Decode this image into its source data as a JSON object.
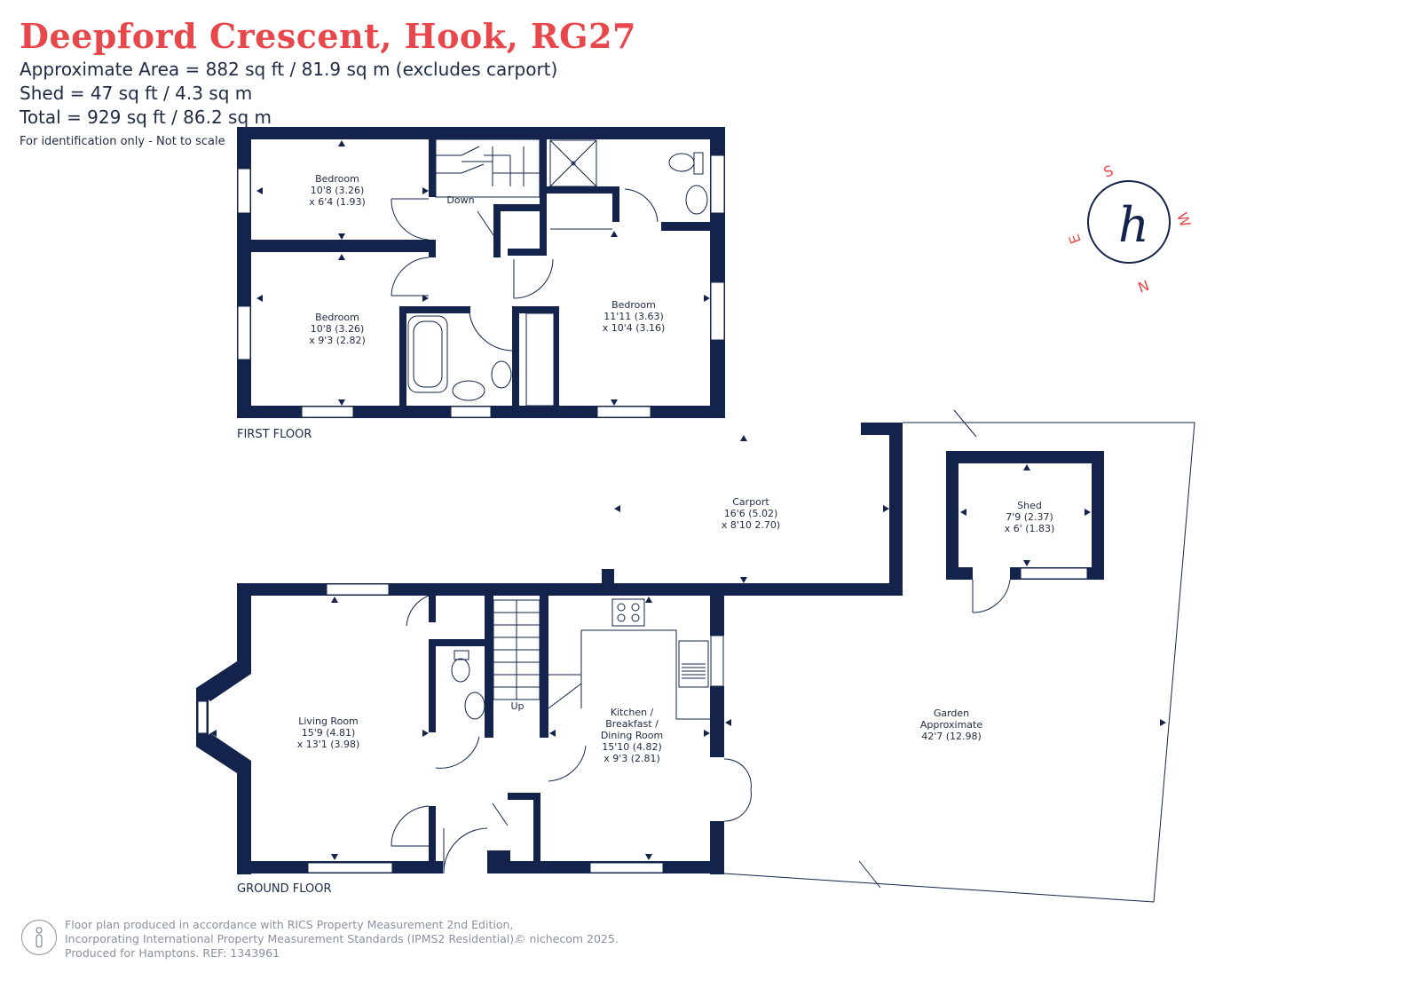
{
  "header": {
    "title": "Deepford Crescent, Hook, RG27",
    "area_line": "Approximate Area = 882 sq ft / 81.9 sq m (excludes carport)",
    "shed_line": "Shed = 47 sq ft / 4.3 sq m",
    "total_line": "Total = 929 sq ft / 86.2 sq m",
    "note": "For identification only - Not to scale"
  },
  "floors": {
    "first_floor_label": "FIRST FLOOR",
    "ground_floor_label": "GROUND FLOOR"
  },
  "rooms": {
    "bedroom1": {
      "name": "Bedroom",
      "dim1": "10'8 (3.26)",
      "dim2": "x 6'4 (1.93)"
    },
    "bedroom2": {
      "name": "Bedroom",
      "dim1": "10'8 (3.26)",
      "dim2": "x 9'3 (2.82)"
    },
    "bedroom3": {
      "name": "Bedroom",
      "dim1": "11'11 (3.63)",
      "dim2": "x 10'4 (3.16)"
    },
    "stairs_down": "Down",
    "stairs_up": "Up",
    "carport": {
      "name": "Carport",
      "dim1": "16'6 (5.02)",
      "dim2": "x 8'10 2.70)"
    },
    "shed": {
      "name": "Shed",
      "dim1": "7'9 (2.37)",
      "dim2": "x 6' (1.83)"
    },
    "living": {
      "name": "Living Room",
      "dim1": "15'9 (4.81)",
      "dim2": "x 13'1 (3.98)"
    },
    "kitchen": {
      "name1": "Kitchen /",
      "name2": "Breakfast /",
      "name3": "Dining Room",
      "dim1": "15'10 (4.82)",
      "dim2": "x 9'3 (2.81)"
    },
    "garden": {
      "name": "Garden",
      "approx": "Approximate",
      "dim1": "42'7 (12.98)"
    }
  },
  "compass": {
    "s": "S",
    "w": "W",
    "n": "N",
    "e": "E",
    "logo": "h"
  },
  "footer": {
    "line1": "Floor plan produced in accordance with RICS Property Measurement 2nd Edition,",
    "line2": "Incorporating International Property Measurement Standards (IPMS2 Residential).",
    "copyright": "© nichecom 2025.",
    "line3": "Produced for Hamptons.   REF:   1343961"
  },
  "colors": {
    "wall": "#13234b",
    "title": "#e8484b",
    "text": "#1f2a44"
  }
}
